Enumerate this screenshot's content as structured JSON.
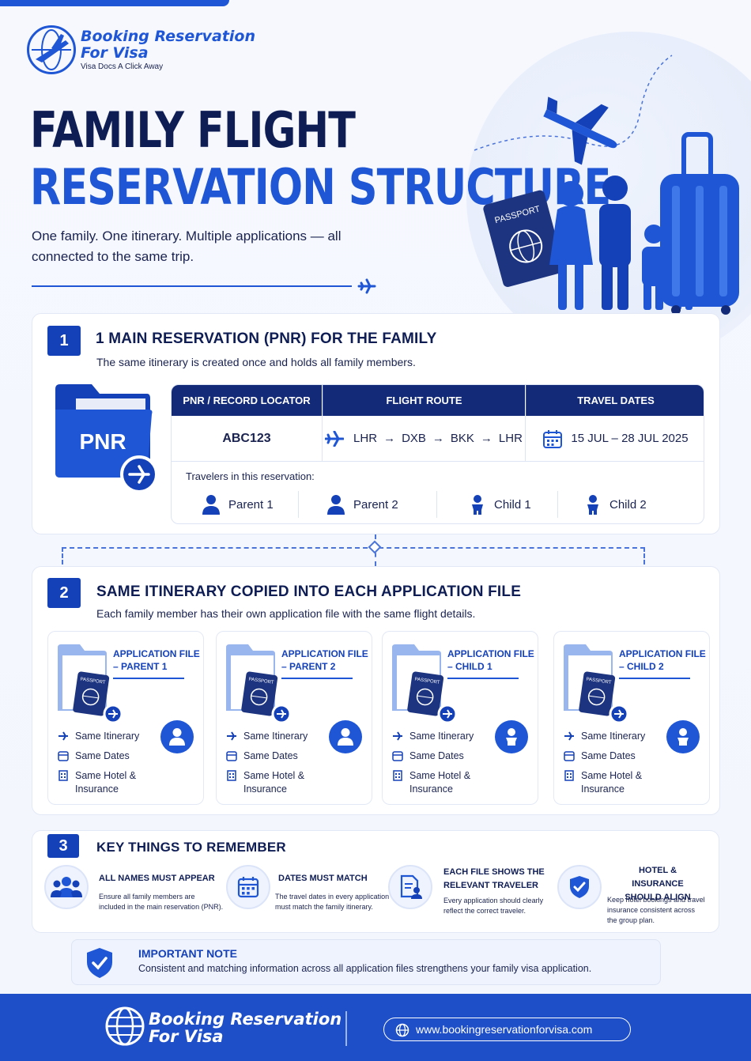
{
  "brand": {
    "name": "Booking Reservation For Visa",
    "name_line1": "Booking Reservation",
    "name_line2": "For Visa",
    "tagline": "Visa Docs A Click Away"
  },
  "hero": {
    "title_line1": "FAMILY FLIGHT",
    "title_line2": "RESERVATION STRUCTURE",
    "subtitle": "One family. One itinerary. Multiple applications — all connected to the same trip.",
    "passport_label": "PASSPORT"
  },
  "section1": {
    "number": "1",
    "title": "1 MAIN RESERVATION (PNR) FOR THE FAMILY",
    "description": "The same itinerary is created once and holds all family members.",
    "folder_label": "PNR",
    "columns": [
      "PNR / RECORD LOCATOR",
      "FLIGHT ROUTE",
      "TRAVEL DATES"
    ],
    "pnr_code": "ABC123",
    "route": [
      "LHR",
      "DXB",
      "BKK",
      "LHR"
    ],
    "route_arrow": "→",
    "dates": "15 JUL – 28 JUL 2025",
    "travelers_label": "Travelers in this reservation:",
    "travelers": [
      "Parent 1",
      "Parent 2",
      "Child 1",
      "Child 2"
    ]
  },
  "section2": {
    "number": "2",
    "title": "SAME ITINERARY COPIED INTO EACH APPLICATION FILE",
    "description": "Each family member has their own application file with the same flight details.",
    "passport_label": "PASSPORT",
    "files": [
      {
        "title_line1": "APPLICATION FILE",
        "title_line2": "– PARENT 1"
      },
      {
        "title_line1": "APPLICATION FILE",
        "title_line2": "– PARENT 2"
      },
      {
        "title_line1": "APPLICATION FILE",
        "title_line2": "– CHILD 1"
      },
      {
        "title_line1": "APPLICATION FILE",
        "title_line2": "– CHILD 2"
      }
    ],
    "rows": {
      "itinerary": "Same Itinerary",
      "dates": "Same Dates",
      "hotel_line1": "Same Hotel &",
      "hotel_line2": "Insurance"
    }
  },
  "section3": {
    "number": "3",
    "title": "KEY THINGS TO REMEMBER",
    "items": [
      {
        "title_line1": "ALL NAMES MUST APPEAR",
        "title_line2": "",
        "desc_line1": "Ensure all family members are",
        "desc_line2": "included in the main reservation (PNR).",
        "desc_line3": "",
        "icon": "family-icon"
      },
      {
        "title_line1": "DATES MUST MATCH",
        "title_line2": "",
        "desc_line1": "The travel dates in every application",
        "desc_line2": "must match the family itinerary.",
        "desc_line3": "",
        "icon": "calendar-icon"
      },
      {
        "title_line1": "EACH FILE SHOWS THE",
        "title_line2": "RELEVANT TRAVELER",
        "desc_line1": "Every application should clearly",
        "desc_line2": "reflect the correct traveler.",
        "desc_line3": "",
        "icon": "document-user-icon"
      },
      {
        "title_line1": "HOTEL & INSURANCE",
        "title_line2": "SHOULD ALIGN",
        "desc_line1": "Keep hotel bookings and travel",
        "desc_line2": "insurance consistent across",
        "desc_line3": "the group plan.",
        "icon": "shield-check-icon"
      }
    ]
  },
  "note": {
    "title": "IMPORTANT NOTE",
    "text": "Consistent and matching information across all application files strengthens your family visa application."
  },
  "footer": {
    "name_line1": "Booking Reservation",
    "name_line2": "For Visa",
    "url": "www.bookingreservationforvisa.com"
  },
  "colors": {
    "primary": "#1e56d6",
    "navy": "#0f1d55",
    "header_navy": "#132a78",
    "footer": "#1e4fc9"
  }
}
